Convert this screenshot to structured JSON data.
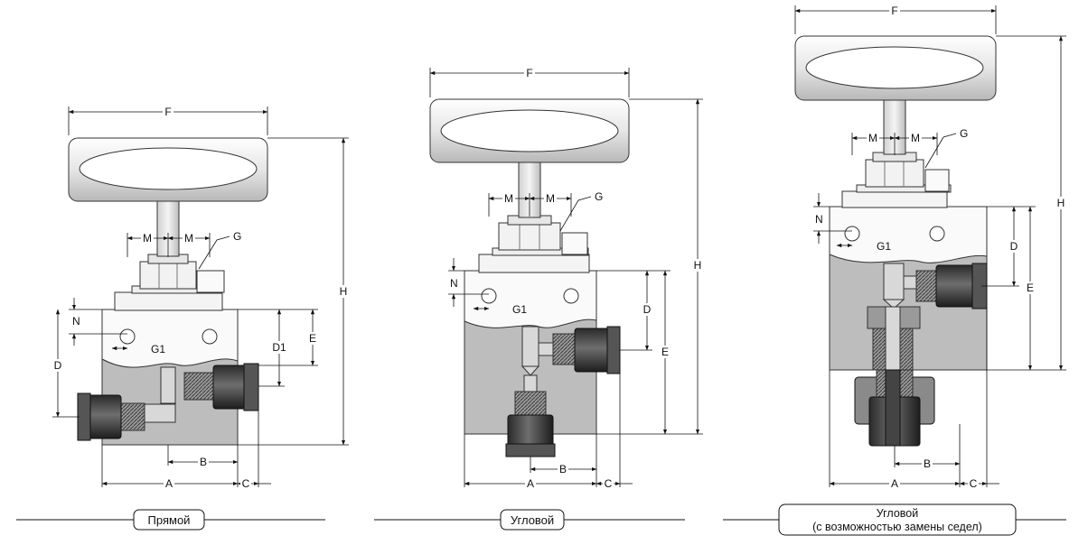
{
  "diagrams": {
    "straight": {
      "caption": "Прямой",
      "labels": {
        "F": "F",
        "M_left": "M",
        "M_right": "M",
        "G": "G",
        "N": "N",
        "G1": "G1",
        "D": "D",
        "D1": "D1",
        "E": "E",
        "H": "H",
        "A": "A",
        "B": "B",
        "C": "C"
      }
    },
    "angle": {
      "caption": "Угловой",
      "labels": {
        "F": "F",
        "M_left": "M",
        "M_right": "M",
        "G": "G",
        "N": "N",
        "G1": "G1",
        "D": "D",
        "E": "E",
        "H": "H",
        "A": "A",
        "B": "B",
        "C": "C"
      }
    },
    "angle_replaceable": {
      "caption_line1": "Угловой",
      "caption_line2": "(с возможностью замены седел)",
      "labels": {
        "F": "F",
        "M_left": "M",
        "M_right": "M",
        "G": "G",
        "N": "N",
        "G1": "G1",
        "D": "D",
        "E": "E",
        "H": "H",
        "A": "A",
        "B": "B",
        "C": "C"
      }
    }
  }
}
